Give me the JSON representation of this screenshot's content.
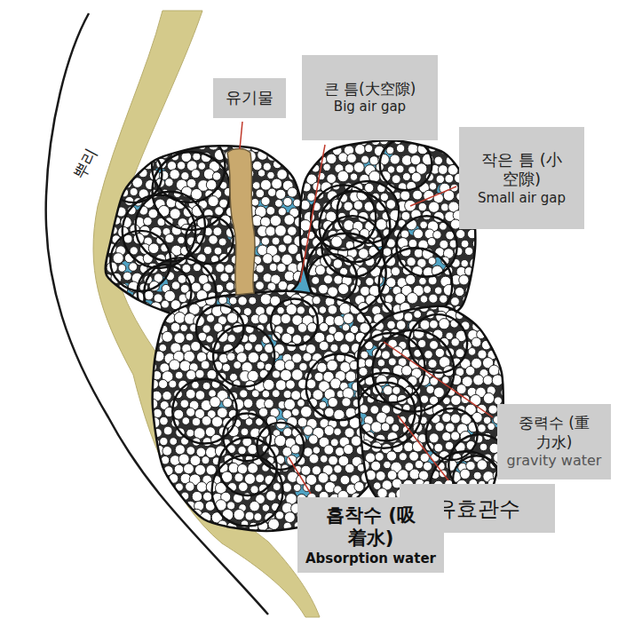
{
  "diagram": {
    "nodes": [
      {
        "text": [
          "큰 틈(大空隙)",
          "Big air gap"
        ]
      },
      {
        "text": [
          "유기물"
        ]
      },
      {
        "text": [
          "작은 틈 (小空隙)",
          "Small air gap"
        ]
      },
      {
        "text": [
          "중력수 (重力水)",
          "gravity water"
        ]
      },
      {
        "text": [
          "유효관수"
        ]
      },
      {
        "text": [
          "흡착수 (吸着水)",
          "Absorption water"
        ]
      }
    ],
    "labels": [
      "뿌리"
    ]
  }
}
